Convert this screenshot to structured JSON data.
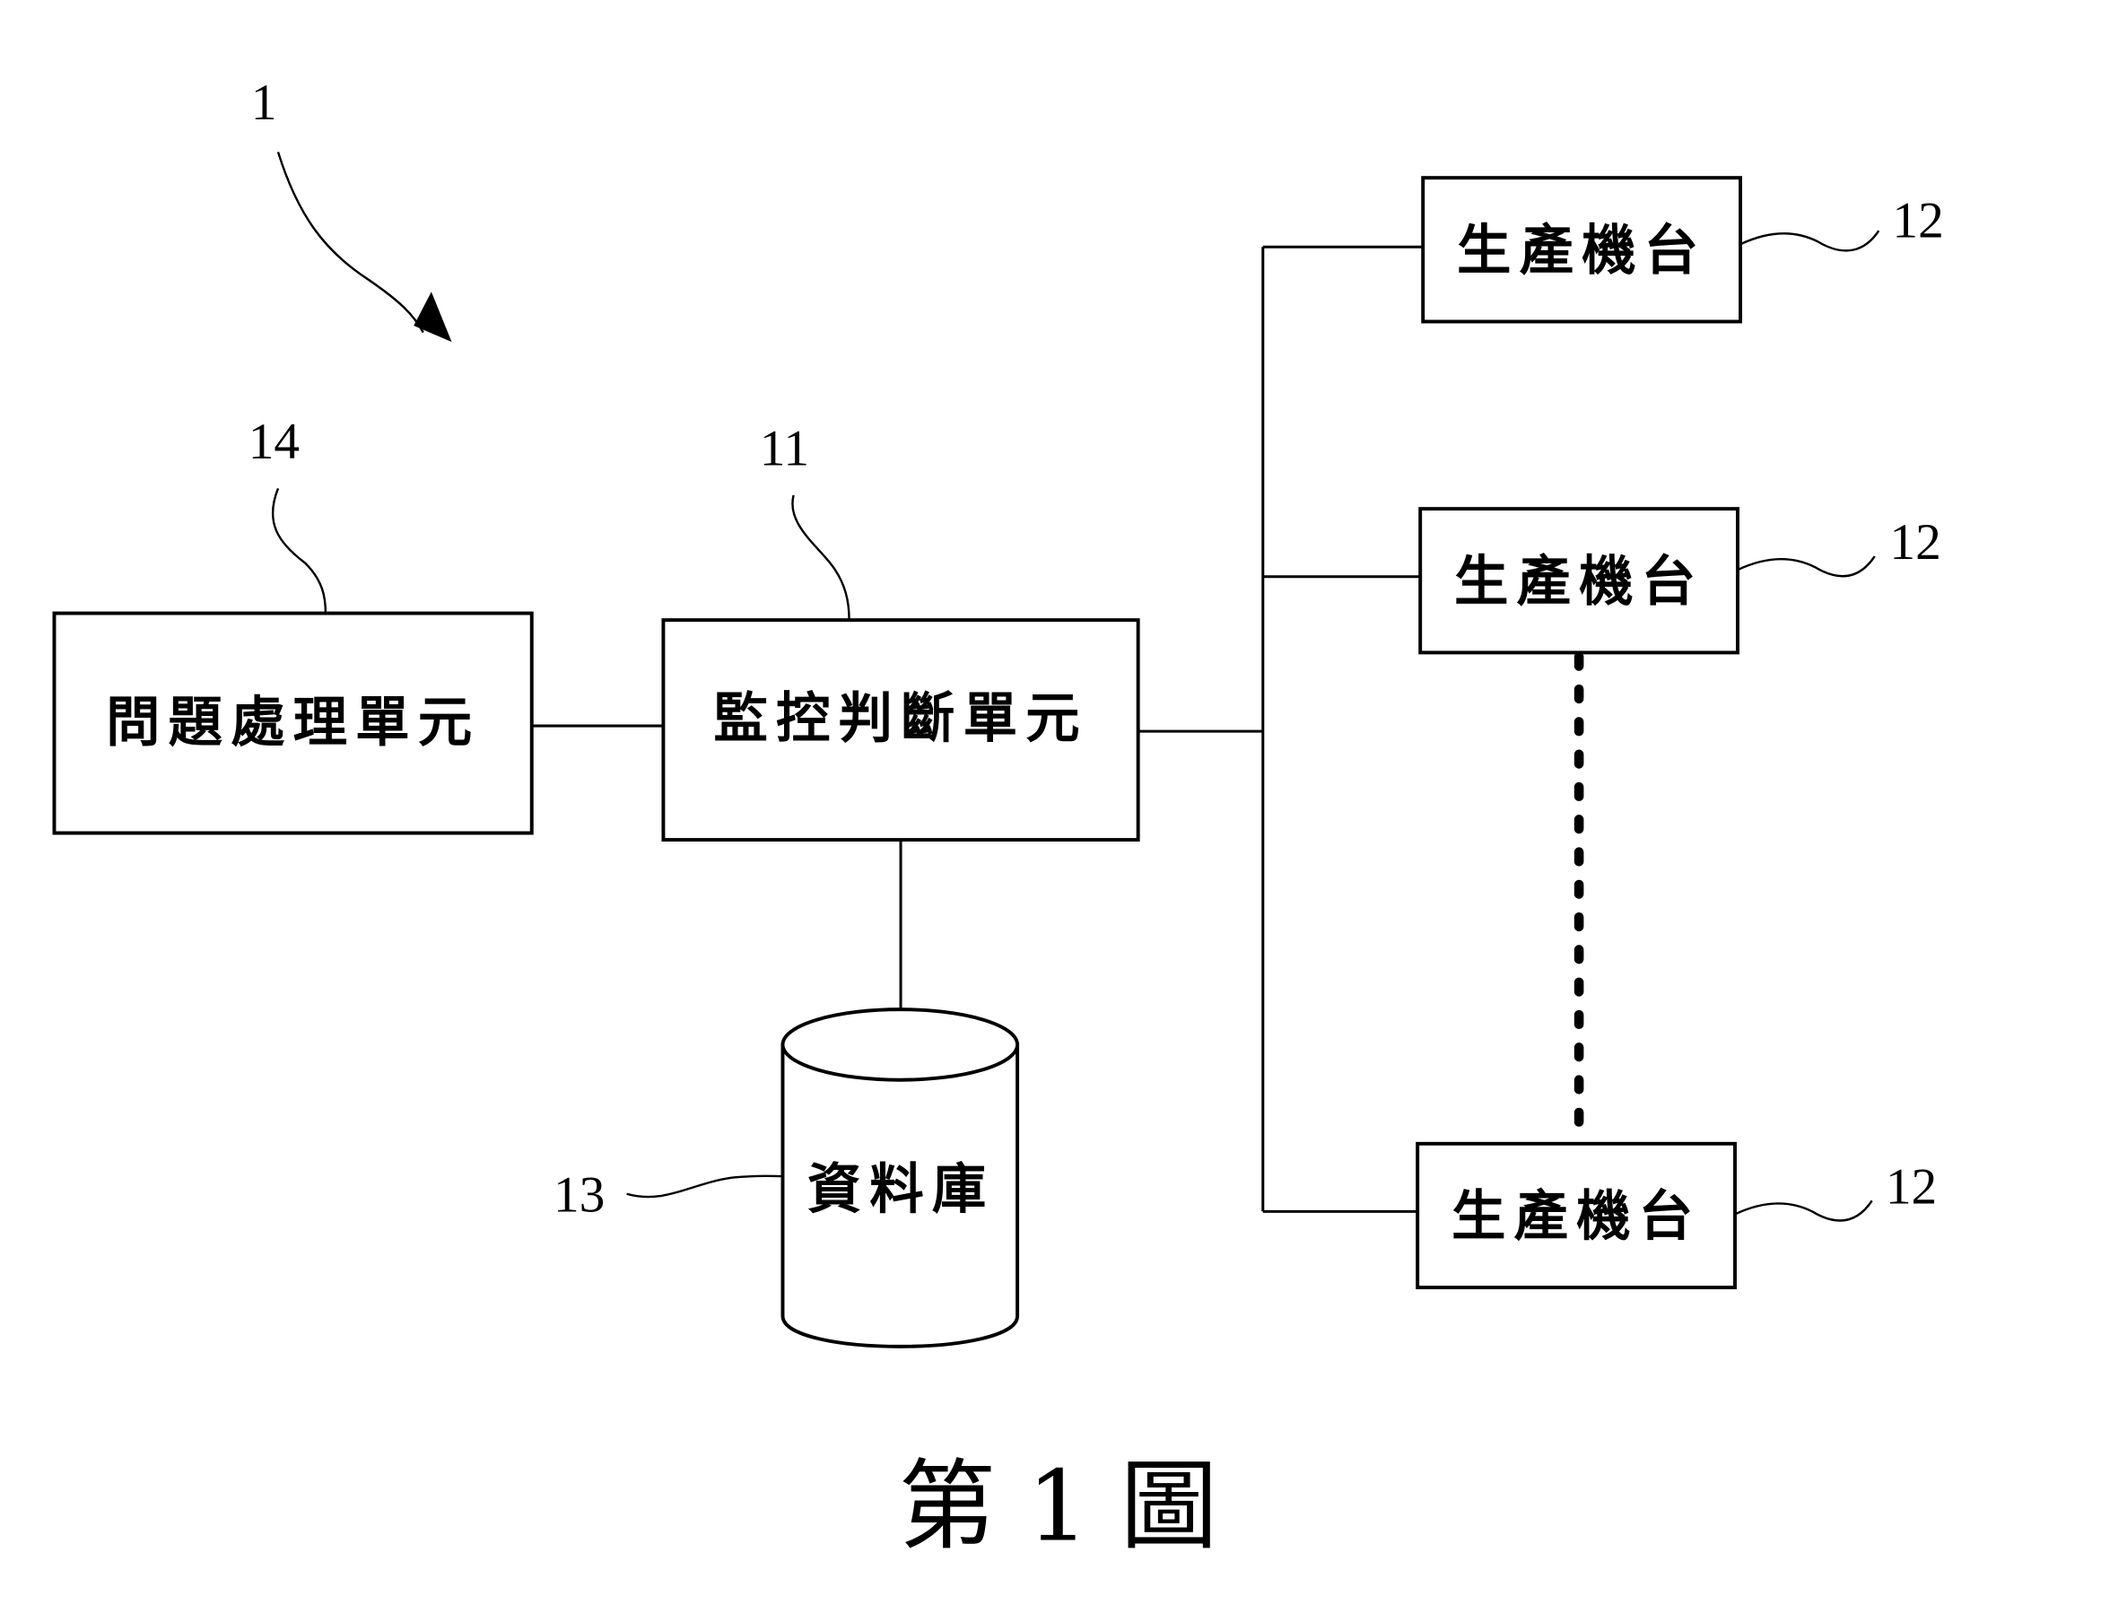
{
  "figure": {
    "system_ref": "1",
    "caption": "第 1 圖"
  },
  "nodes": {
    "problem_unit": {
      "label": "問題處理單元",
      "ref": "14"
    },
    "monitor_unit": {
      "label": "監控判斷單元",
      "ref": "11"
    },
    "database": {
      "label": "資料庫",
      "ref": "13"
    },
    "machines": [
      {
        "label": "生產機台",
        "ref": "12"
      },
      {
        "label": "生產機台",
        "ref": "12"
      },
      {
        "label": "生產機台",
        "ref": "12"
      }
    ]
  }
}
